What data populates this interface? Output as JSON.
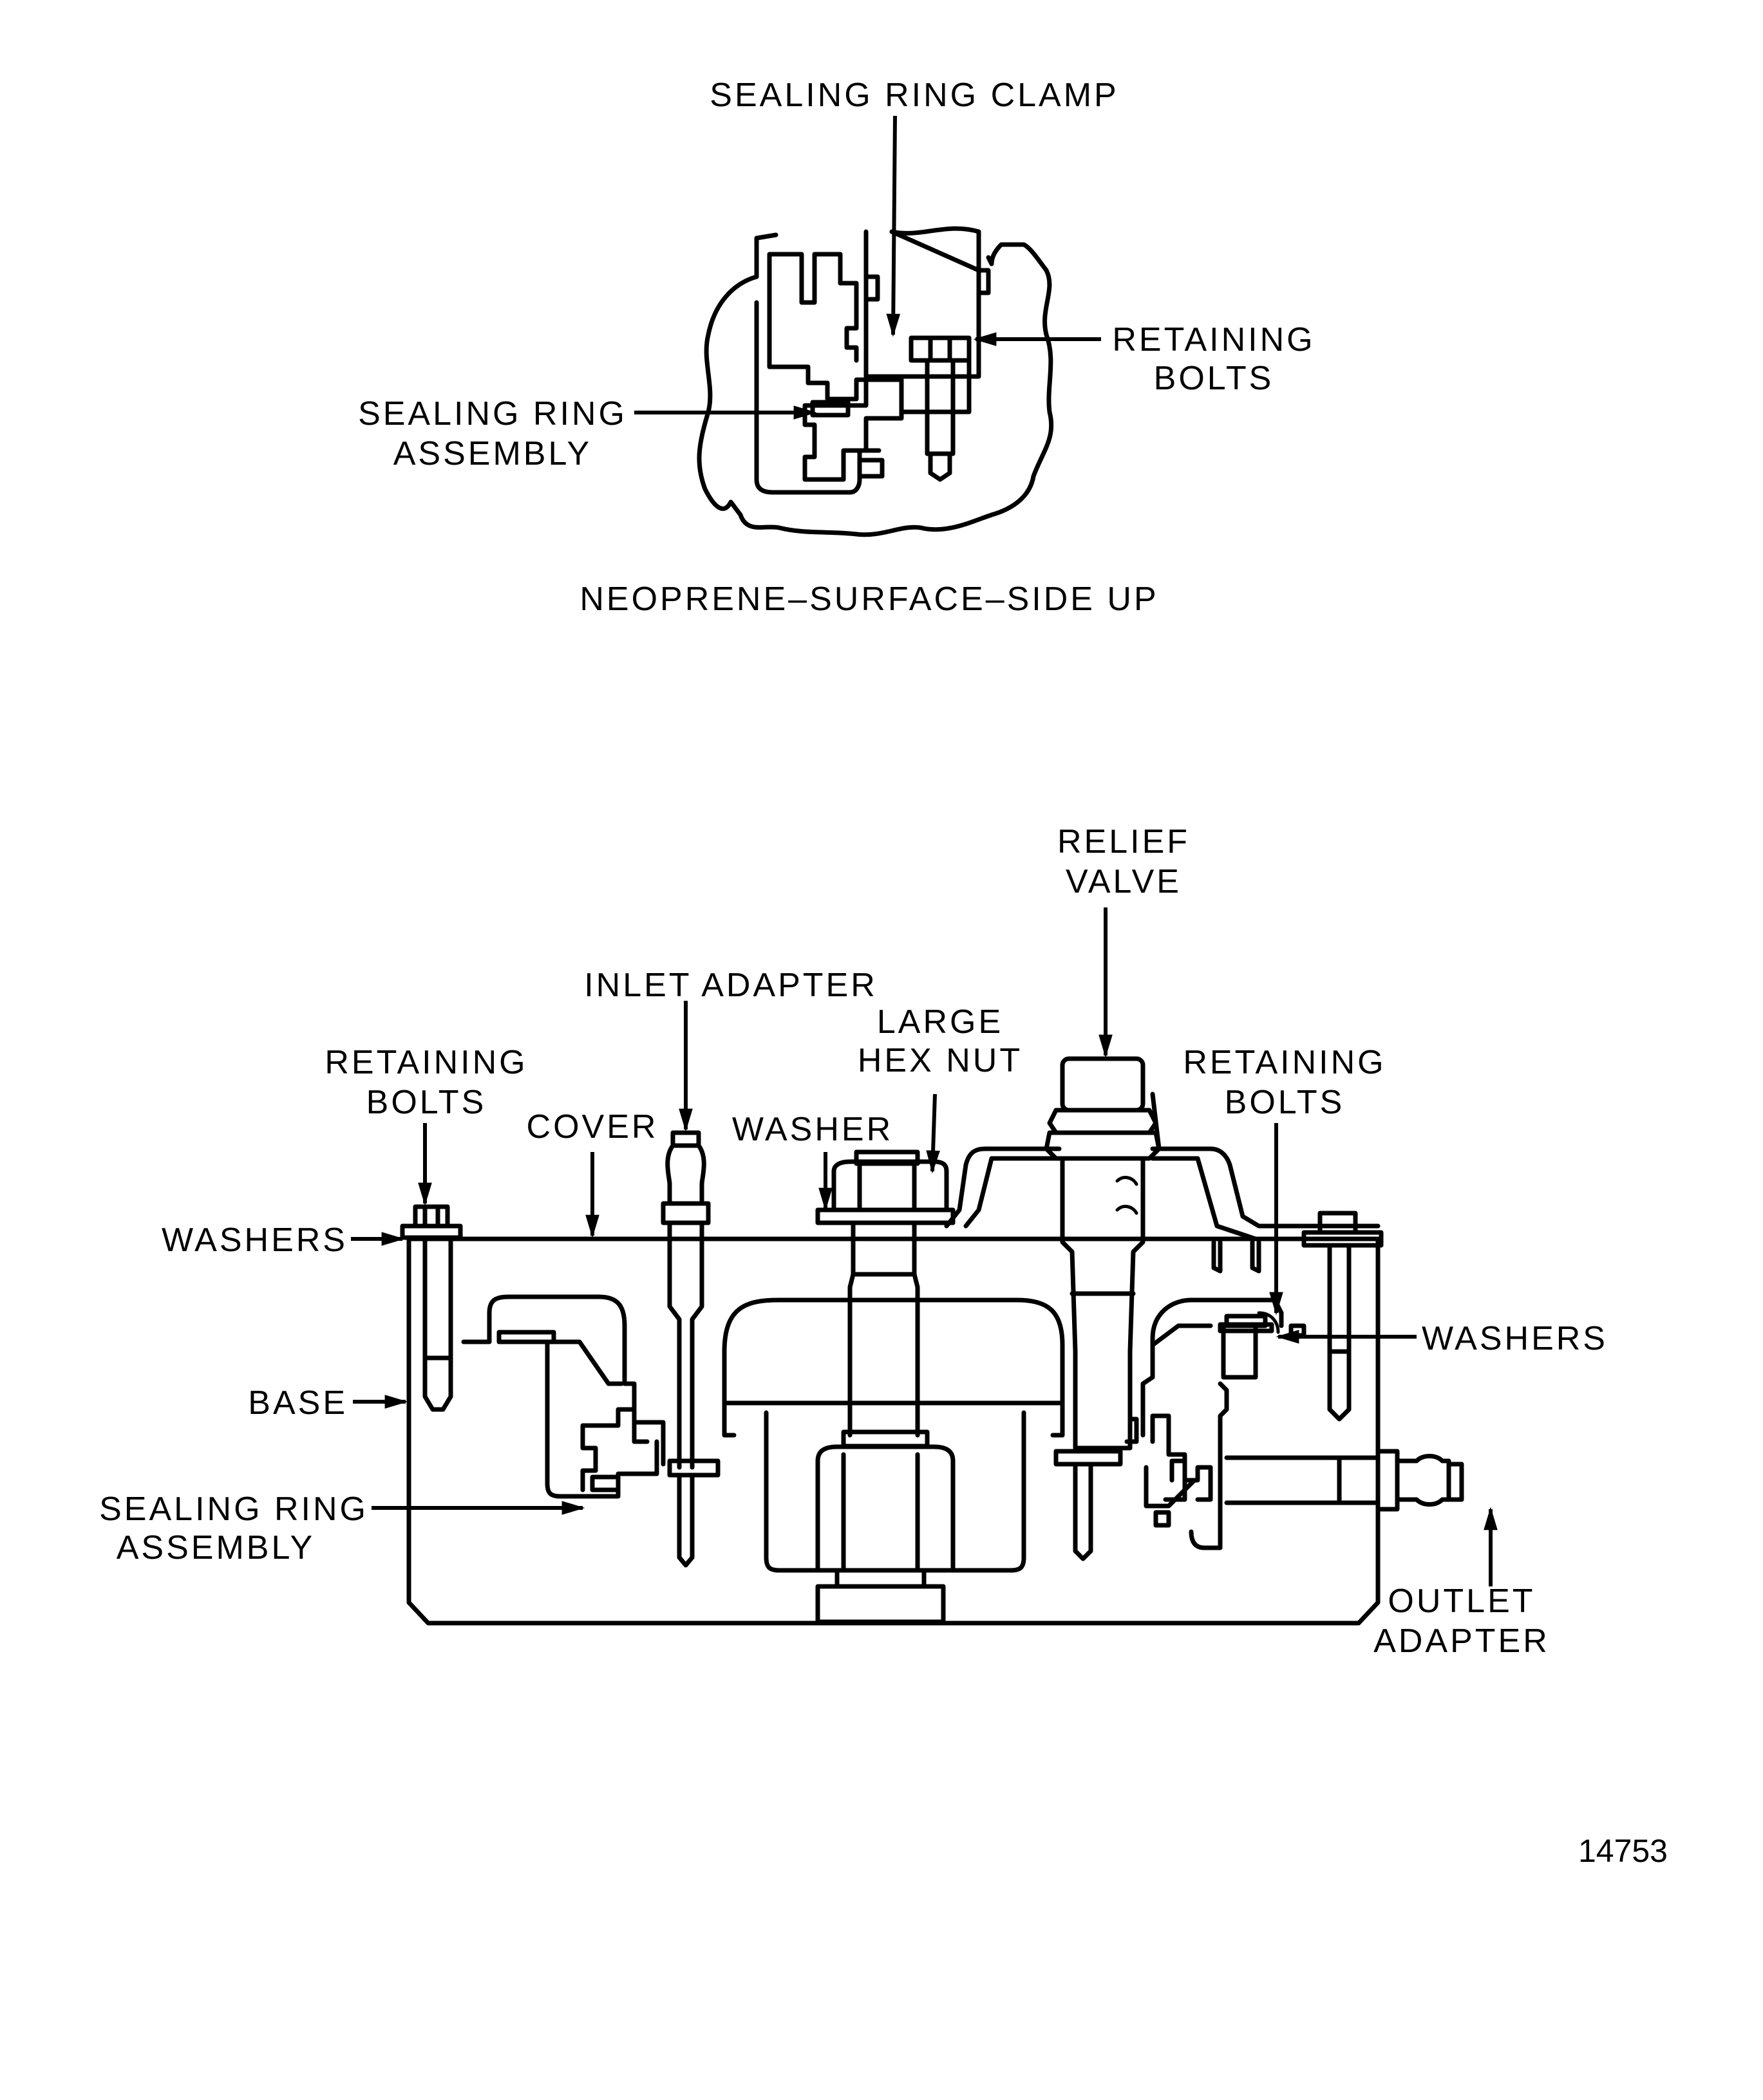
{
  "figure_number": "14753",
  "colors": {
    "ink": "#000000",
    "paper": "#ffffff"
  },
  "top_view": {
    "caption": "NEOPRENE–SURFACE–SIDE UP",
    "labels": {
      "sealing_ring_clamp": "SEALING RING CLAMP",
      "retaining_bolts_1": "RETAINING",
      "retaining_bolts_2": "BOLTS",
      "sealing_ring_assembly_1": "SEALING RING",
      "sealing_ring_assembly_2": "ASSEMBLY"
    }
  },
  "bottom_view": {
    "labels": {
      "relief_valve_1": "RELIEF",
      "relief_valve_2": "VALVE",
      "inlet_adapter": "INLET ADAPTER",
      "large_hex_nut_1": "LARGE",
      "large_hex_nut_2": "HEX NUT",
      "retaining_bolts_left_1": "RETAINING",
      "retaining_bolts_left_2": "BOLTS",
      "retaining_bolts_right_1": "RETAINING",
      "retaining_bolts_right_2": "BOLTS",
      "cover": "COVER",
      "washer": "WASHER",
      "washers_left": "WASHERS",
      "washers_right": "WASHERS",
      "base": "BASE",
      "sealing_ring_assembly_1": "SEALING RING",
      "sealing_ring_assembly_2": "ASSEMBLY",
      "outlet_adapter_1": "OUTLET",
      "outlet_adapter_2": "ADAPTER"
    }
  }
}
